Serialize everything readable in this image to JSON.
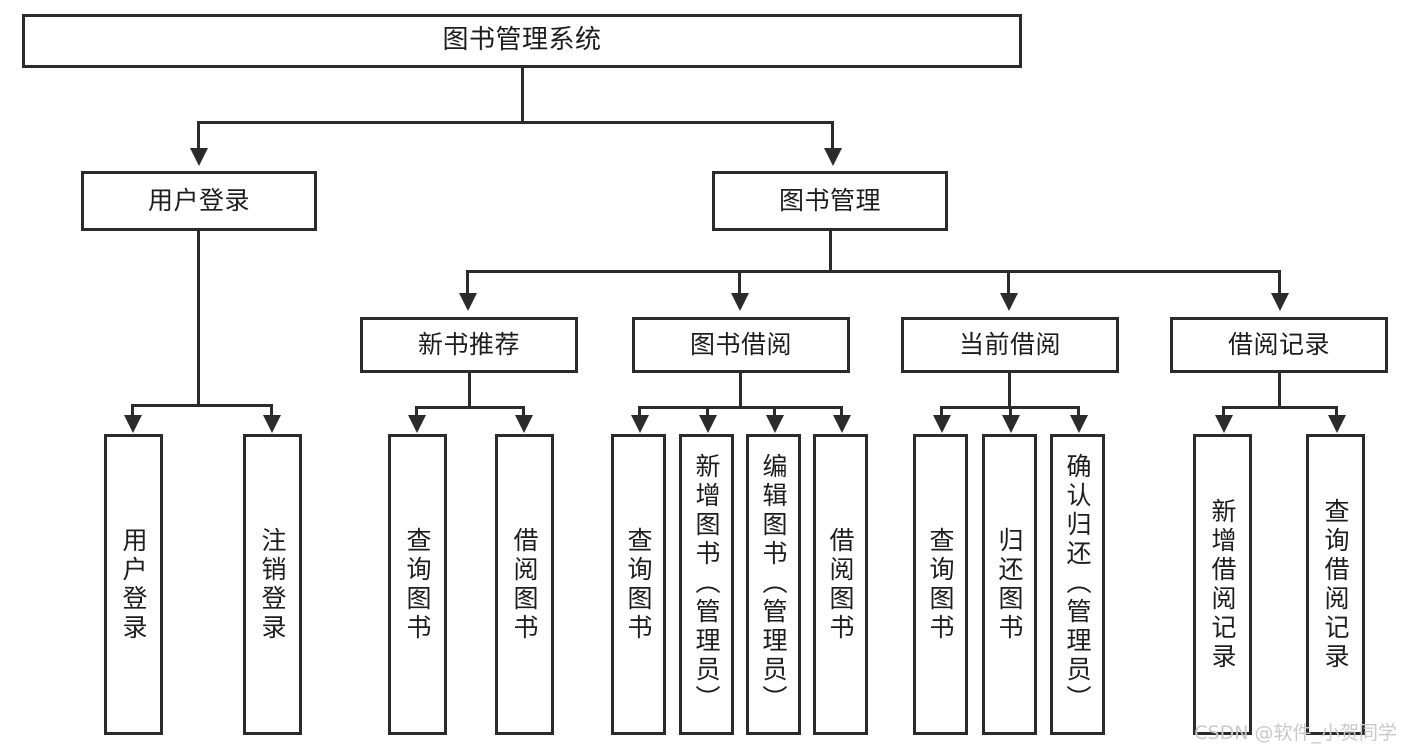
{
  "diagram": {
    "title": "图书管理系统",
    "type": "tree-hierarchy-diagram",
    "colors": {
      "box_border": "#2b2b2b",
      "box_fill": "#ffffff",
      "connector": "#2b2b2b",
      "text": "#1d1d1d",
      "watermark": "#c9c9c9",
      "background": "#ffffff"
    },
    "root": {
      "label": "图书管理系统"
    },
    "level2": [
      {
        "label": "用户登录"
      },
      {
        "label": "图书管理"
      }
    ],
    "level3": [
      {
        "label": "新书推荐"
      },
      {
        "label": "图书借阅"
      },
      {
        "label": "当前借阅"
      },
      {
        "label": "借阅记录"
      }
    ],
    "leaves": {
      "user_login": [
        {
          "label": "用户登录"
        },
        {
          "label": "注销登录"
        }
      ],
      "new_book": [
        {
          "label": "查询图书"
        },
        {
          "label": "借阅图书"
        }
      ],
      "book_borrow": [
        {
          "label": "查询图书"
        },
        {
          "label": "新增图书（管理员）"
        },
        {
          "label": "编辑图书（管理员）"
        },
        {
          "label": "借阅图书"
        }
      ],
      "current_borrow": [
        {
          "label": "查询图书"
        },
        {
          "label": "归还图书"
        },
        {
          "label": "确认归还（管理员）"
        }
      ],
      "borrow_record": [
        {
          "label": "新增借阅记录"
        },
        {
          "label": "查询借阅记录"
        }
      ]
    }
  },
  "watermark": {
    "text": "CSDN @软件_小贺同学"
  }
}
